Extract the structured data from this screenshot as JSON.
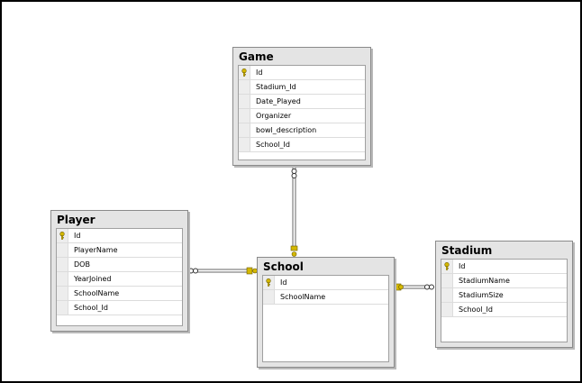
{
  "tables": [
    {
      "id": "game",
      "title": "Game",
      "columns": [
        {
          "name": "Id",
          "primary_key": true
        },
        {
          "name": "Stadium_Id",
          "primary_key": false
        },
        {
          "name": "Date_Played",
          "primary_key": false
        },
        {
          "name": "Organizer",
          "primary_key": false
        },
        {
          "name": "bowl_description",
          "primary_key": false
        },
        {
          "name": "School_Id",
          "primary_key": false
        }
      ]
    },
    {
      "id": "player",
      "title": "Player",
      "columns": [
        {
          "name": "Id",
          "primary_key": true
        },
        {
          "name": "PlayerName",
          "primary_key": false
        },
        {
          "name": "DOB",
          "primary_key": false
        },
        {
          "name": "YearJoined",
          "primary_key": false
        },
        {
          "name": "SchoolName",
          "primary_key": false
        },
        {
          "name": "School_Id",
          "primary_key": false
        }
      ]
    },
    {
      "id": "school",
      "title": "School",
      "columns": [
        {
          "name": "Id",
          "primary_key": true
        },
        {
          "name": "SchoolName",
          "primary_key": false
        }
      ]
    },
    {
      "id": "stadium",
      "title": "Stadium",
      "columns": [
        {
          "name": "Id",
          "primary_key": true
        },
        {
          "name": "StadiumName",
          "primary_key": false
        },
        {
          "name": "StadiumSize",
          "primary_key": false
        },
        {
          "name": "School_Id",
          "primary_key": false
        }
      ]
    }
  ],
  "relationships": [
    {
      "from": "game",
      "to": "school"
    },
    {
      "from": "player",
      "to": "school"
    },
    {
      "from": "stadium",
      "to": "school"
    }
  ],
  "colors": {
    "key_icon": "#d4b800",
    "table_bg": "#e4e4e4",
    "frame": "#000000"
  }
}
